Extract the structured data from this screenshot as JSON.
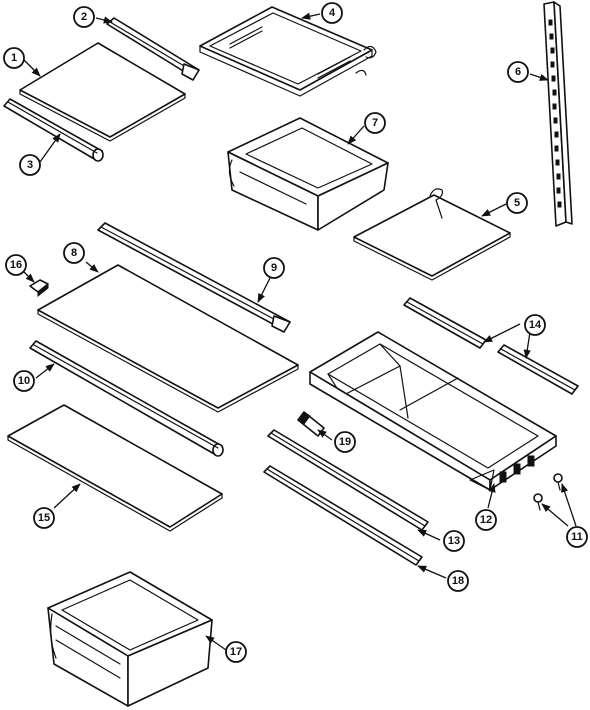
{
  "callouts": {
    "c1": "1",
    "c2": "2",
    "c3": "3",
    "c4": "4",
    "c5": "5",
    "c6": "6",
    "c7": "7",
    "c8": "8",
    "c9": "9",
    "c10": "10",
    "c11": "11",
    "c12": "12",
    "c13": "13",
    "c14": "14",
    "c15": "15",
    "c16": "16",
    "c17": "17",
    "c18": "18",
    "c19": "19"
  },
  "colors": {
    "line": "#111111",
    "background": "#ffffff"
  }
}
